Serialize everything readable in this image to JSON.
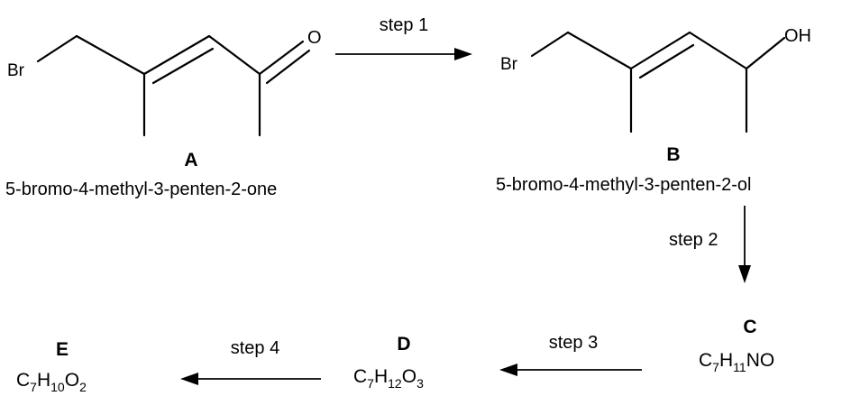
{
  "compounds": {
    "A": {
      "letter": "A",
      "name": "5-bromo-4-methyl-3-penten-2-one",
      "atom_br": "Br",
      "atom_o": "O"
    },
    "B": {
      "letter": "B",
      "name": "5-bromo-4-methyl-3-penten-2-ol",
      "atom_br": "Br",
      "atom_oh": "OH"
    },
    "C": {
      "letter": "C",
      "formula": {
        "C": "7",
        "H": "11",
        "tail": "NO"
      }
    },
    "D": {
      "letter": "D",
      "formula": {
        "C": "7",
        "H": "12",
        "O": "3"
      }
    },
    "E": {
      "letter": "E",
      "formula": {
        "C": "7",
        "H": "10",
        "O": "2"
      }
    }
  },
  "steps": {
    "step1": "step 1",
    "step2": "step 2",
    "step3": "step 3",
    "step4": "step 4"
  }
}
